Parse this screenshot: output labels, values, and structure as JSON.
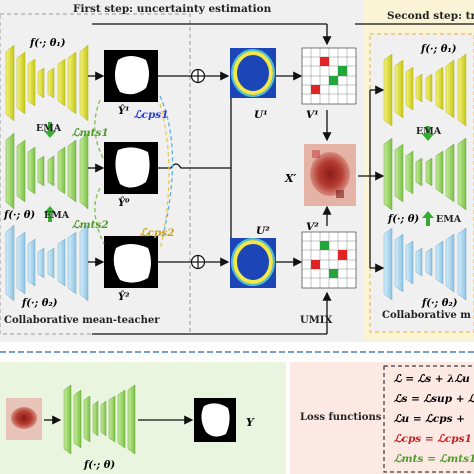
{
  "step1": {
    "title": "First step: uncertainty estimation"
  },
  "step2": {
    "title": "Second step: trai"
  },
  "teacher_block": {
    "label_top": "f(·; θ₁)",
    "label_mid": "f(·; θ)",
    "label_bot": "f(·; θ₂)",
    "ema_top": "EMA",
    "ema_mid": "EMA",
    "caption": "Collaborative mean-teacher"
  },
  "preds": {
    "top": "Ŷ¹",
    "mid": "Ŷ⁰",
    "bot": "Ŷ²"
  },
  "losses": {
    "cps1": "ℒcps1",
    "mts1": "ℒmts1",
    "mts2": "ℒmts2",
    "cps2": "ℒcps2"
  },
  "umix": {
    "u1": "U¹",
    "u2": "U²",
    "v1": "V¹",
    "v2": "V²",
    "caption": "UMIX",
    "x_prime": "X′"
  },
  "student_block": {
    "label_top": "f(·; θ₁)",
    "label_mid": "f(·; θ)",
    "label_bot": "f(·; θ₂)",
    "ema_top": "EMA",
    "ema_mid": "EMA",
    "caption": "Collaborative m"
  },
  "inference": {
    "net_label": "f(·; θ)",
    "output": "Y"
  },
  "loss_panel": {
    "title": "Loss functions",
    "lines": [
      "ℒ = ℒs + λℒu",
      "ℒs = ℒsup + ℒ",
      "ℒu = ℒcps +",
      "ℒcps = ℒcps1",
      "ℒmts = ℒmts1"
    ]
  },
  "colors": {
    "yellow": "#e2e23a",
    "green": "#9ad36a",
    "blue": "#a9d3ec",
    "cps_blue": "#2a3cd6",
    "mts_green": "#4f9a2a",
    "cps_red": "#c41e1e"
  }
}
